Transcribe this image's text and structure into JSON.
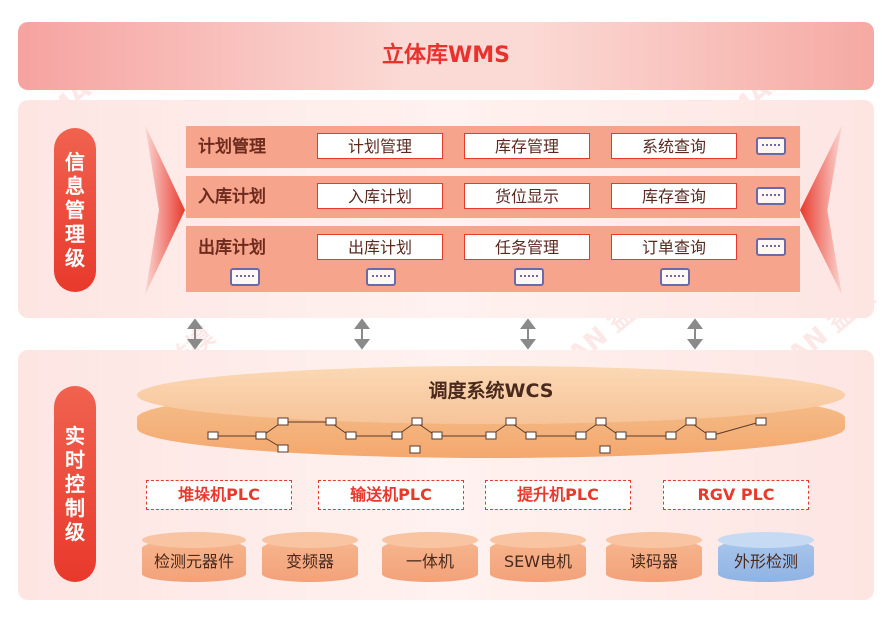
{
  "wms": {
    "title": "立体库WMS"
  },
  "info_level": {
    "label": "信息管理级",
    "rows": [
      {
        "label": "计划管理",
        "cells": [
          "计划管理",
          "库存管理",
          "系统查询"
        ]
      },
      {
        "label": "入库计划",
        "cells": [
          "入库计划",
          "货位显示",
          "库存查询"
        ]
      },
      {
        "label": "出库计划",
        "cells": [
          "出库计划",
          "任务管理",
          "订单查询"
        ]
      }
    ]
  },
  "control_level": {
    "label": "实时控制级",
    "wcs_title": "调度系统WCS",
    "plcs": [
      "堆垛机PLC",
      "输送机PLC",
      "提升机PLC",
      "RGV PLC"
    ],
    "devices": [
      {
        "label": "检测元器件",
        "color": "#f3a27a"
      },
      {
        "label": "变频器",
        "color": "#f3a27a"
      },
      {
        "label": "一体机",
        "color": "#f3a27a"
      },
      {
        "label": "SEW电机",
        "color": "#f3a27a"
      },
      {
        "label": "读码器",
        "color": "#f3a27a"
      },
      {
        "label": "外形检测",
        "color": "#8fb3e3"
      }
    ]
  },
  "watermark": "EMAN 益模",
  "icons": {
    "terminal": "terminal-icon",
    "arrow": "bidirectional-arrow-icon"
  }
}
